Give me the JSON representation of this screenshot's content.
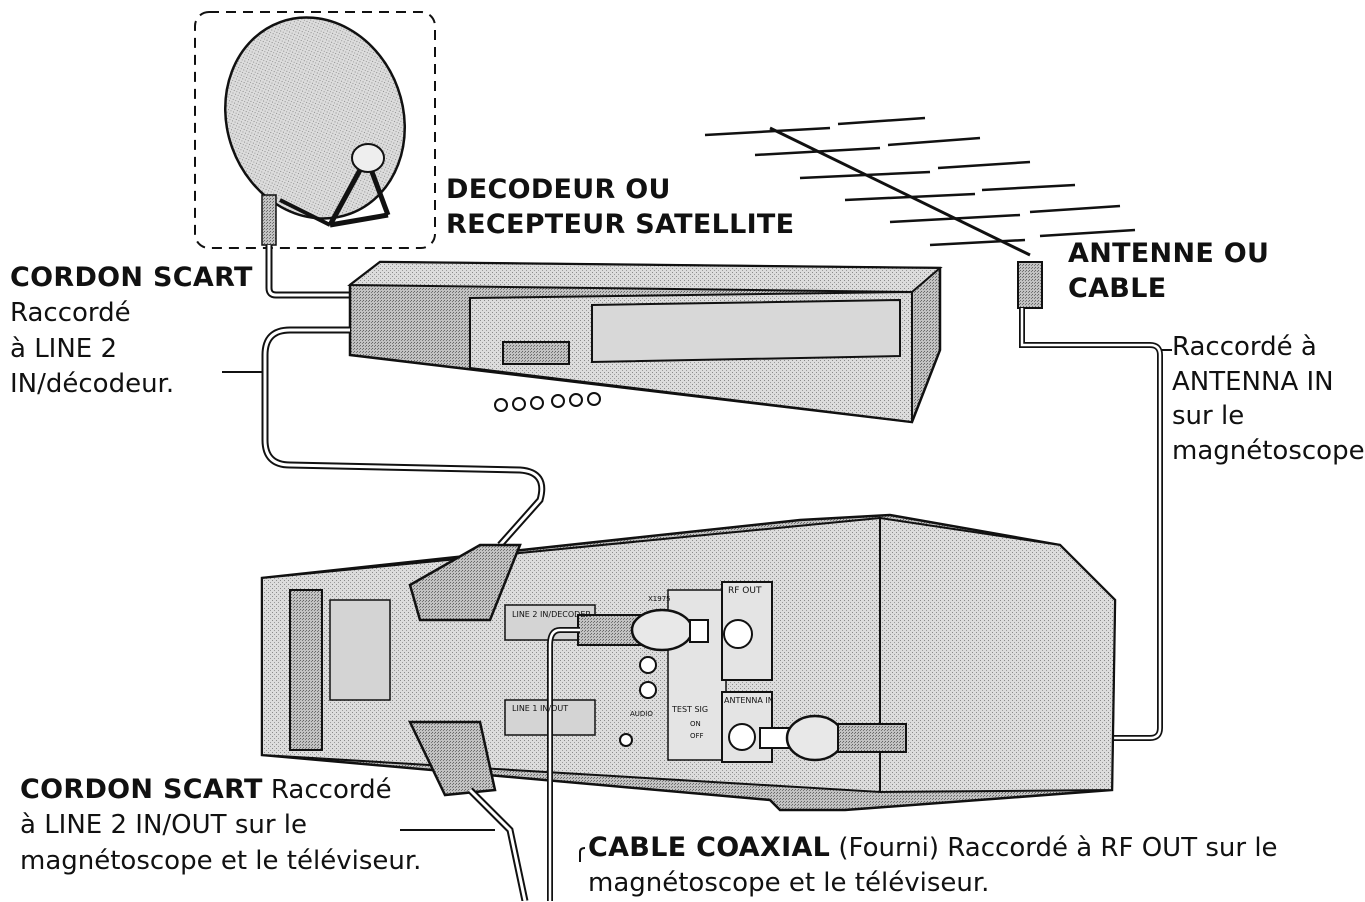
{
  "labels": {
    "decoder_title_1": "DECODEUR OU",
    "decoder_title_2": "RECEPTEUR SATELLITE",
    "antenna_title_1": "ANTENNE OU",
    "antenna_title_2": "CABLE",
    "antenna_desc_1": "Raccordé à",
    "antenna_desc_2": "ANTENNA IN",
    "antenna_desc_3": "sur le",
    "antenna_desc_4": "magnétoscope",
    "scart_top_title": "CORDON SCART",
    "scart_top_desc_1": "Raccordé",
    "scart_top_desc_2": "à LINE 2",
    "scart_top_desc_3": "IN/décodeur.",
    "scart_bottom_title": "CORDON SCART",
    "scart_bottom_desc_1": " Raccordé",
    "scart_bottom_desc_2": "à LINE 2 IN/OUT sur le",
    "scart_bottom_desc_3": "magnétoscope et le téléviseur.",
    "coax_title": "CABLE COAXIAL",
    "coax_desc_1": " (Fourni) Raccordé à RF OUT sur le",
    "coax_desc_2": "magnétoscope et le téléviseur."
  },
  "device_labels": {
    "rf_out": "RF OUT",
    "antenna_in": "ANTENNA IN",
    "line2": "LINE 2 IN/DECODER",
    "line1": "LINE 1 IN/OUT",
    "test_sig": "TEST SIG",
    "on": "ON",
    "off": "OFF",
    "audio": "AUDIO",
    "model": "X1975"
  },
  "colors": {
    "ink": "#111111",
    "shade": "#b9b9b9",
    "light_shade": "#d6d6d6"
  }
}
